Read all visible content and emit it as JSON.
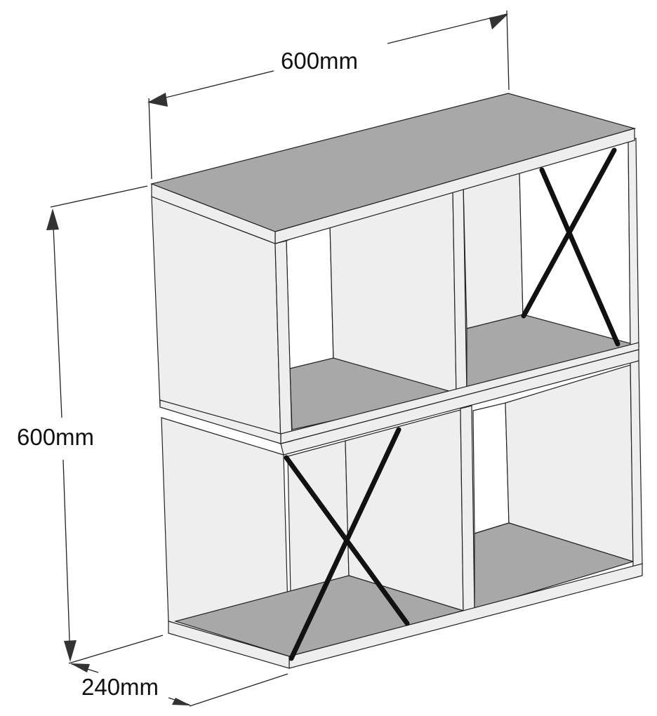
{
  "dimensions": {
    "width": "600mm",
    "height": "600mm",
    "depth": "240mm"
  },
  "colors": {
    "surface": "#a8a8a8",
    "panel": "#eeeeee",
    "brace": "#111111"
  }
}
